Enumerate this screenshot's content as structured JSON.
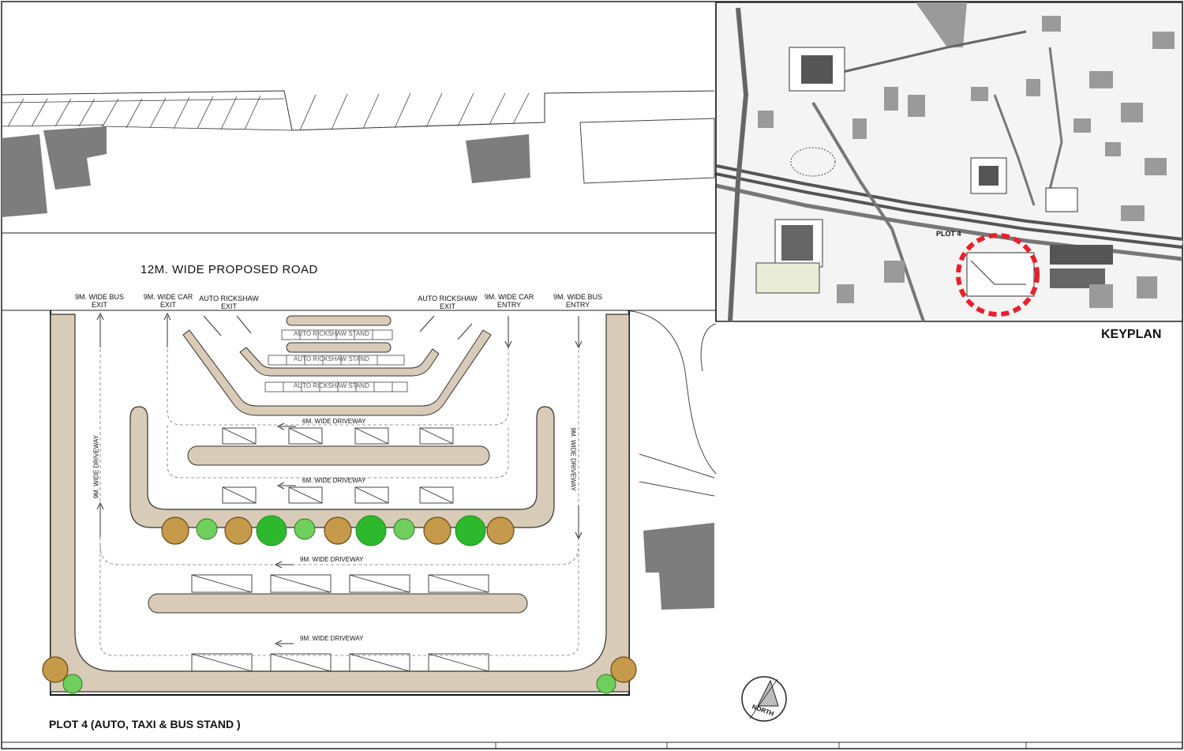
{
  "titles": {
    "road": "12M. WIDE PROPOSED  ROAD",
    "plot": "PLOT 4 (AUTO, TAXI & BUS STAND )",
    "keyplan": "KEYPLAN",
    "plot4_marker": "PLOT 4",
    "north": "NORTH"
  },
  "gates": {
    "bus_exit": "9M. WIDE BUS EXIT",
    "car_exit": "9M. WIDE CAR EXIT",
    "auto_exit_left": "AUTO RICKSHAW EXIT",
    "auto_exit_right": "AUTO RICKSHAW EXIT",
    "car_entry": "9M. WIDE CAR ENTRY",
    "bus_entry": "9M. WIDE BUS ENTRY"
  },
  "driveways": {
    "six_1": "6M. WIDE DRIVEWAY",
    "six_2": "6M. WIDE DRIVEWAY",
    "nine_1": "9M. WIDE DRIVEWAY",
    "nine_2": "9M. WIDE DRIVEWAY",
    "vertical_left": "9M. WIDE DRIVEWAY",
    "vertical_right": "9M. WIDE DRIVEWAY"
  },
  "stands": {
    "row1": "AUTO RICKSHAW STAND",
    "row2": "AUTO RICKSHAW STAND",
    "row3": "AUTO RICKSHAW STAND"
  },
  "colors": {
    "median_fill": "#d8cbb8",
    "building_fill": "#7d7d7d",
    "tree_green": "#2db82d",
    "tree_brown": "#b8862c",
    "highlight_red": "#e8202a"
  }
}
